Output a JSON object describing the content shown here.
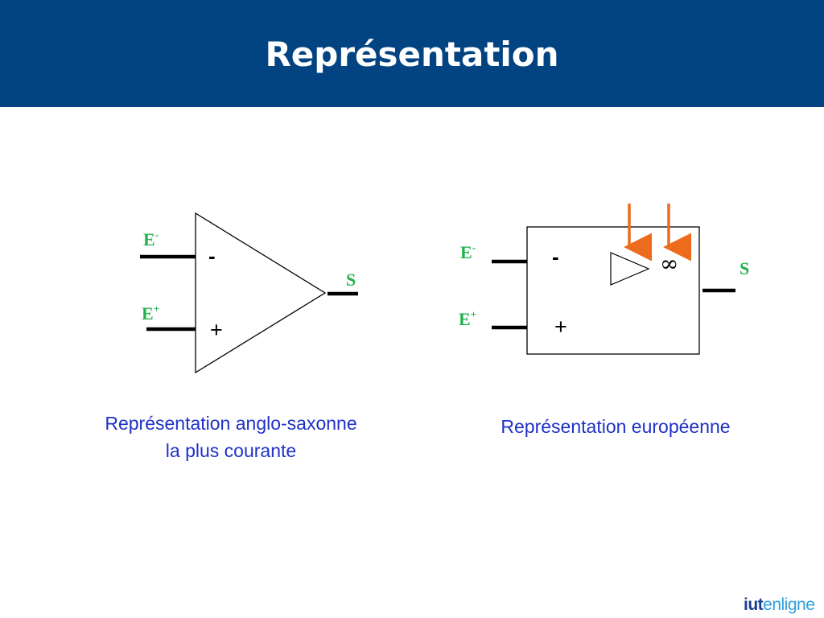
{
  "slide": {
    "title": "Représentation"
  },
  "left_diagram": {
    "input_minus": {
      "letter": "E",
      "sign": "-"
    },
    "input_plus": {
      "letter": "E",
      "sign": "+"
    },
    "output": "S",
    "minus_sign": "-",
    "plus_sign": "+",
    "caption_line1": "Représentation anglo-saxonne",
    "caption_line2": "la plus courante"
  },
  "right_diagram": {
    "input_minus": {
      "letter": "E",
      "sign": "-"
    },
    "input_plus": {
      "letter": "E",
      "sign": "+"
    },
    "output": "S",
    "minus_sign": "-",
    "plus_sign": "+",
    "gain_symbol": "∞",
    "caption": "Représentation européenne"
  },
  "logo": {
    "part1": "iut",
    "part2": "enligne"
  },
  "colors": {
    "header": "#024381",
    "label_green": "#22b14c",
    "caption_blue": "#1f31c9",
    "arrow_orange": "#ed6b1d"
  }
}
